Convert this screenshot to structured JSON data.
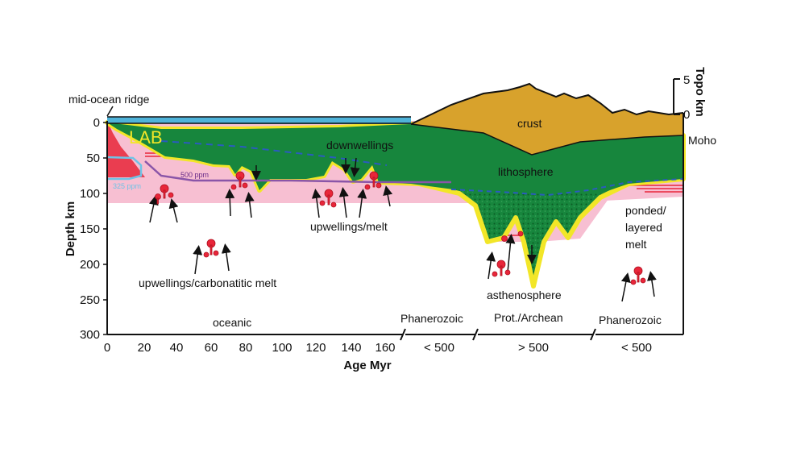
{
  "labels": {
    "mid_ocean_ridge": "mid-ocean ridge",
    "lab": "LAB",
    "downwellings": "downwellings",
    "crust": "crust",
    "lithosphere": "lithosphere",
    "moho": "Moho",
    "upwellings_melt": "upwellings/melt",
    "ponded_line1": "ponded/",
    "ponded_line2": "layered",
    "ponded_line3": "melt",
    "carbonatitic": "upwellings/carbonatitic melt",
    "asthenosphere": "asthenosphere",
    "ppm500": "500 ppm",
    "ppm325": "325 ppm",
    "oceanic": "oceanic",
    "phanerozoic_1": "Phanerozoic",
    "prot_archean": "Prot./Archean",
    "phanerozoic_2": "Phanerozoic"
  },
  "axes": {
    "y_title": "Depth km",
    "x_title": "Age Myr",
    "topo_title": "Topo km",
    "topo_ticks": [
      "5",
      "0"
    ],
    "y_ticks": [
      "0",
      "50",
      "100",
      "150",
      "200",
      "250",
      "300"
    ],
    "x_ticks": [
      "0",
      "20",
      "40",
      "60",
      "80",
      "100",
      "120",
      "140",
      "160"
    ],
    "x_segments": [
      "< 500",
      "> 500",
      "< 500"
    ]
  },
  "colors": {
    "ocean": "#4fb3d9",
    "crust": "#d8a22c",
    "lithosphere": "#17863d",
    "lab_rim": "#f2e628",
    "melt_pink": "#f7bfd2",
    "melt_red": "#e8263a",
    "purple_line": "#8a55a8",
    "blue_dash": "#2a5bbf",
    "cyan_line": "#6fc3e6"
  }
}
